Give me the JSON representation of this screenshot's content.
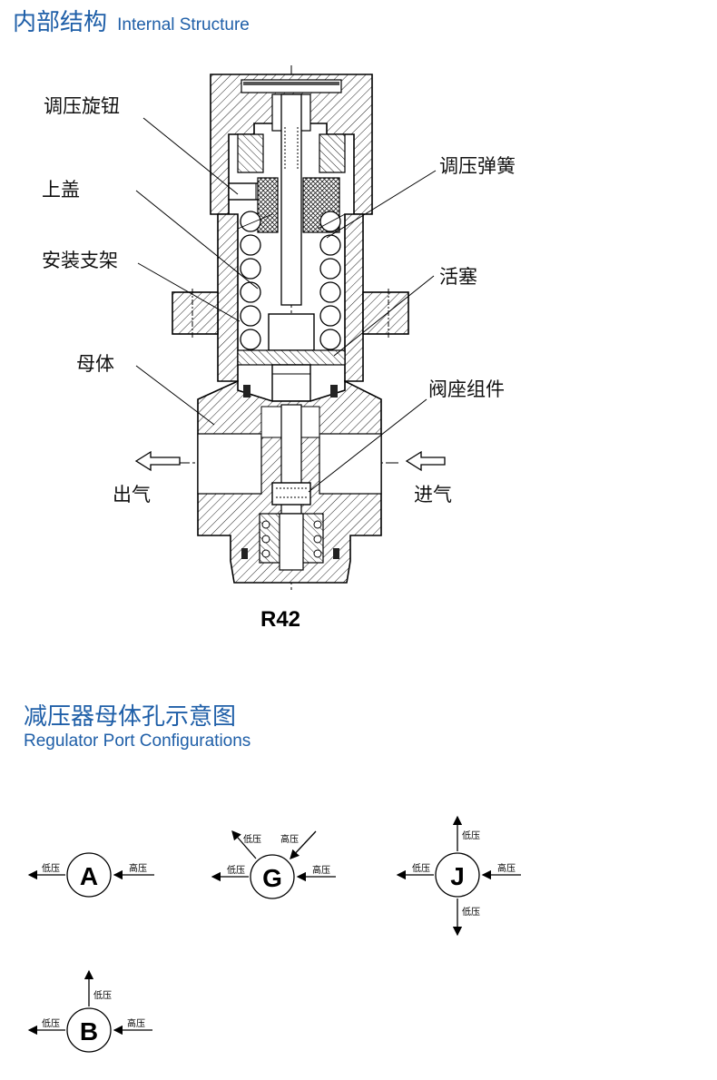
{
  "section1": {
    "title_cn": "内部结构",
    "title_en": "Internal Structure"
  },
  "drawing": {
    "model": "R42",
    "labels": {
      "knob": "调压旋钮",
      "cover": "上盖",
      "bracket": "安装支架",
      "body": "母体",
      "spring": "调压弹簧",
      "piston": "活塞",
      "seat": "阀座组件",
      "outlet": "出气",
      "inlet": "进气"
    }
  },
  "section2": {
    "title_cn": "减压器母体孔示意图",
    "title_en": "Regulator Port Configurations"
  },
  "ports": {
    "low": "低压",
    "high": "高压",
    "A": "A",
    "G": "G",
    "J": "J",
    "B": "B"
  }
}
